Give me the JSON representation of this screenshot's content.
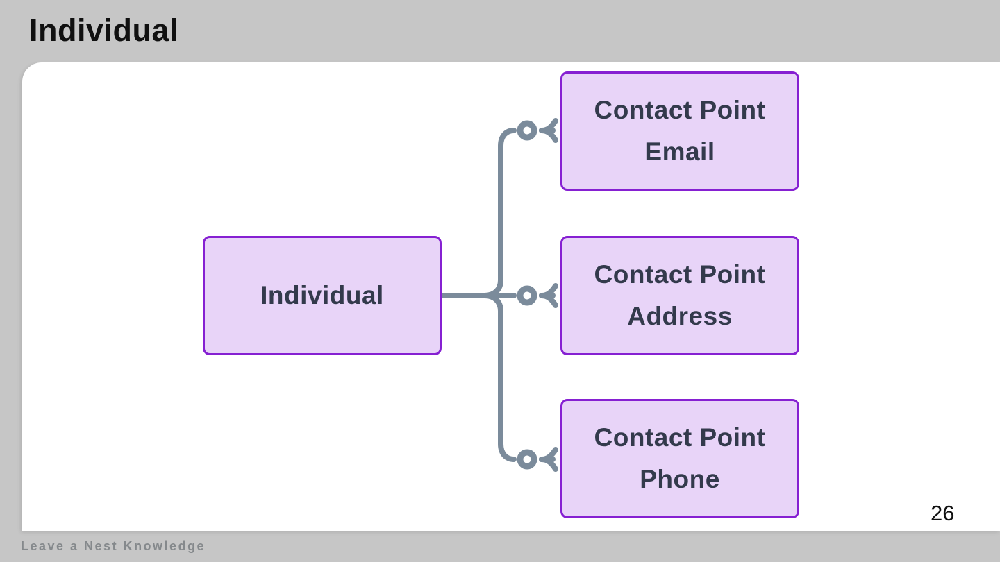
{
  "slide": {
    "title": "Individual",
    "page_number": "26",
    "footer": "Leave a Nest Knowledge"
  },
  "diagram": {
    "type": "entity-relationship",
    "entities": {
      "individual": {
        "label": "Individual"
      },
      "email": {
        "line1": "Contact Point",
        "line2": "Email"
      },
      "address": {
        "line1": "Contact Point",
        "line2": "Address"
      },
      "phone": {
        "line1": "Contact Point",
        "line2": "Phone"
      }
    },
    "relationships": [
      {
        "from": "Individual",
        "to": "Contact Point Email",
        "cardinality_at_to": "zero-or-many"
      },
      {
        "from": "Individual",
        "to": "Contact Point Address",
        "cardinality_at_to": "zero-or-many"
      },
      {
        "from": "Individual",
        "to": "Contact Point Phone",
        "cardinality_at_to": "zero-or-many"
      }
    ],
    "colors": {
      "entity_fill": "#e8d4f8",
      "entity_border": "#8620d2",
      "entity_text": "#333a4c",
      "connector": "#7b8b9b",
      "background": "#c6c6c6",
      "card": "#ffffff"
    }
  }
}
